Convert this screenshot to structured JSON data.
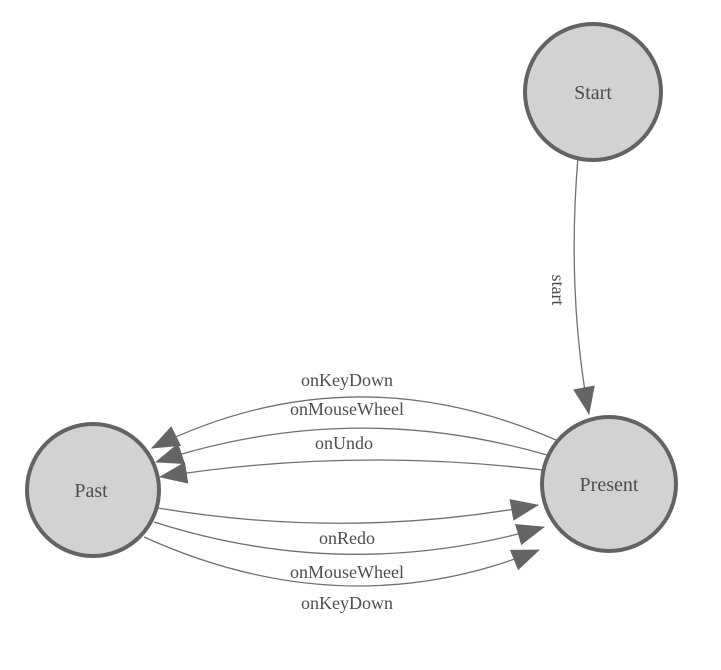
{
  "diagram": {
    "type": "state-machine",
    "background_color": "#ffffff",
    "node_fill_color": "#d2d2d2",
    "node_stroke_color": "#636363",
    "edge_color": "#6f6f6f",
    "arrow_color": "#656565",
    "text_color": "#4d4d4d",
    "nodes": [
      {
        "id": "start",
        "label": "Start"
      },
      {
        "id": "present",
        "label": "Present"
      },
      {
        "id": "past",
        "label": "Past"
      }
    ],
    "edges": [
      {
        "from": "Start",
        "to": "Present",
        "label": "start"
      },
      {
        "from": "Present",
        "to": "Past",
        "label": "onKeyDown"
      },
      {
        "from": "Present",
        "to": "Past",
        "label": "onMouseWheel"
      },
      {
        "from": "Present",
        "to": "Past",
        "label": "onUndo"
      },
      {
        "from": "Past",
        "to": "Present",
        "label": "onRedo"
      },
      {
        "from": "Past",
        "to": "Present",
        "label": "onMouseWheel"
      },
      {
        "from": "Past",
        "to": "Present",
        "label": "onKeyDown"
      }
    ]
  }
}
